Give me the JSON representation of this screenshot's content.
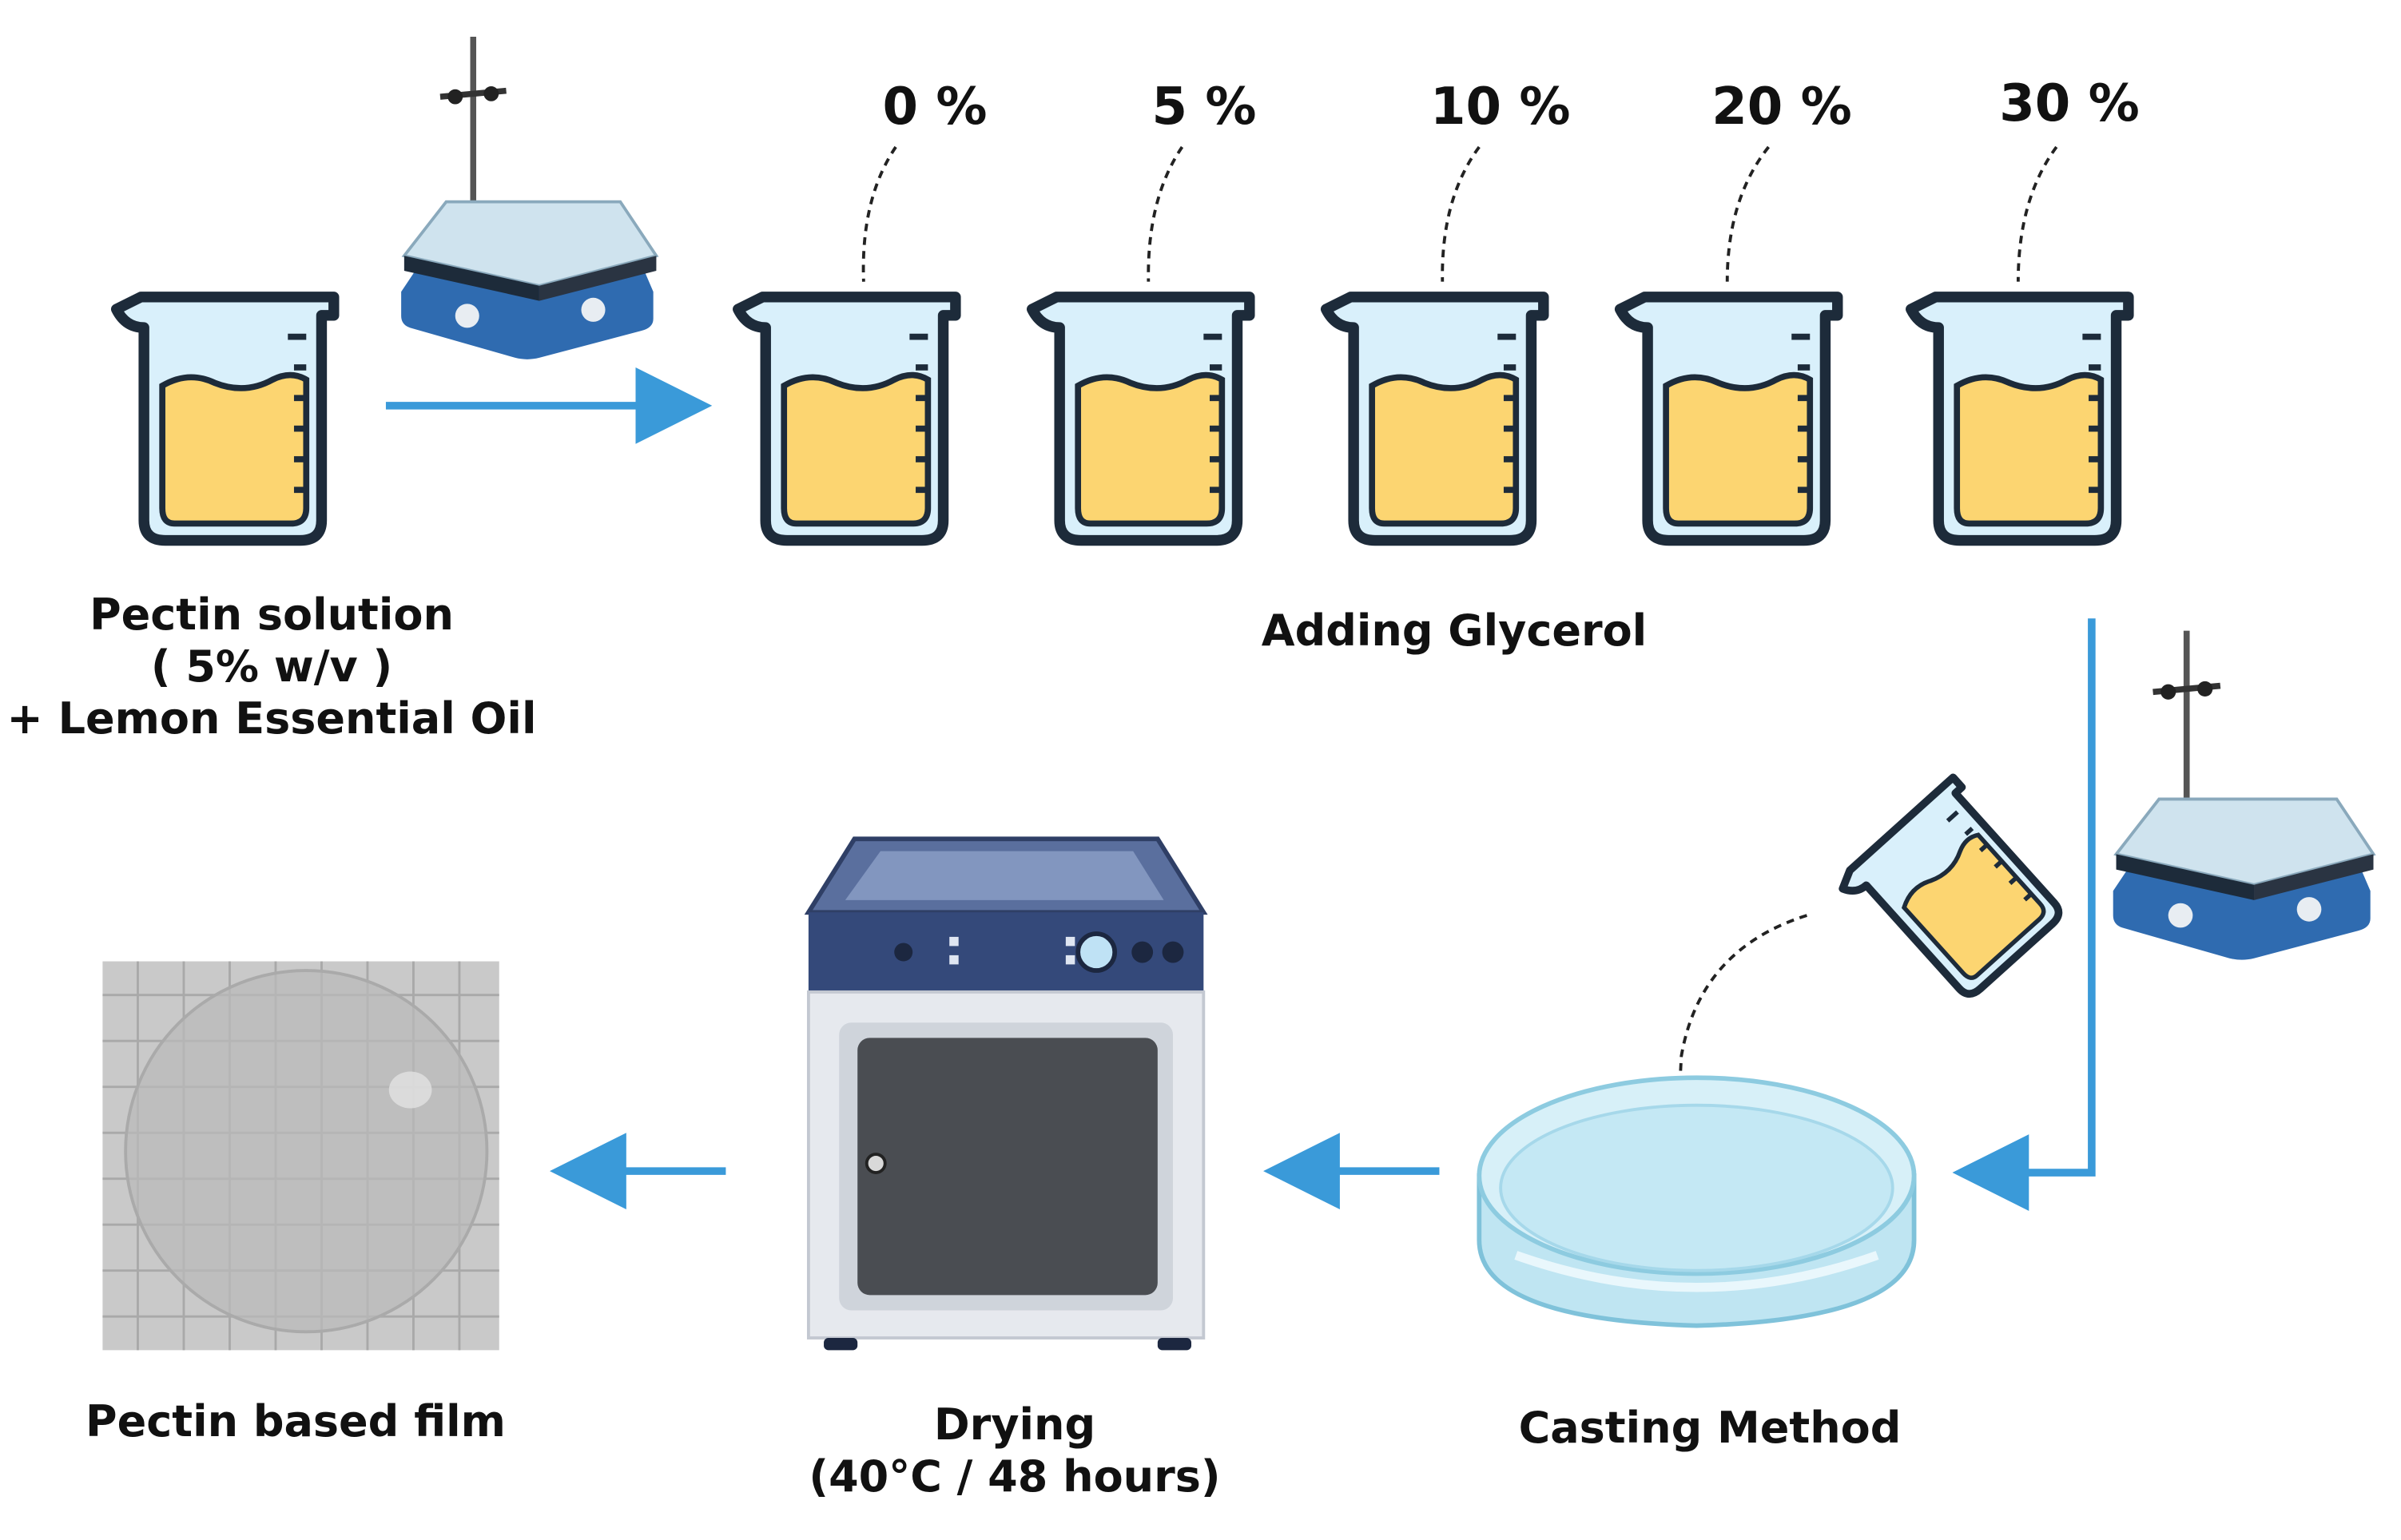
{
  "colors": {
    "arrow": "#3a9ad9",
    "liquid": "#fcd571",
    "beaker_fill": "#d9f0fb",
    "beaker_stroke": "#1d2b3a",
    "stirrer_body": "#2f6bb0",
    "stirrer_plate": "#cfe3ee",
    "oven_panel": "#34497a",
    "oven_body": "#e6e9ee",
    "oven_door": "#4a4d52",
    "dish": "#bfe5f2",
    "film_bg": "#c9c9c9"
  },
  "labels": {
    "pectin_solution": [
      "Pectin solution",
      "( 5% w/v )",
      "+ Lemon Essential Oil"
    ],
    "adding_glycerol": "Adding Glycerol",
    "casting_method": "Casting Method",
    "drying": [
      "Drying",
      "(40°C / 48 hours)"
    ],
    "pectin_film": "Pectin based film"
  },
  "glycerol_percentages": [
    "0 %",
    "5 %",
    "10 %",
    "20 %",
    "30 %"
  ],
  "icons": {
    "stirrer": "magnetic-stirrer-icon",
    "beaker": "beaker-icon",
    "oven": "drying-oven-icon",
    "petri_dish": "petri-dish-icon",
    "film": "film-photo"
  }
}
